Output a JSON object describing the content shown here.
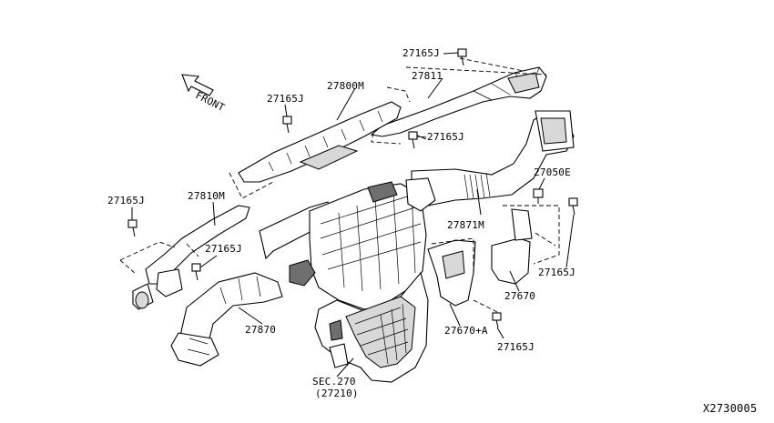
{
  "labels": {
    "front": "FRONT",
    "p27165j_top": "27165J",
    "p27811": "27811",
    "p27800m": "27800M",
    "p27165j_upper_left": "27165J",
    "p27165j_mid_right": "27165J",
    "p27050e": "27050E",
    "p27810m": "27810M",
    "p27165j_left": "27165J",
    "p27871m": "27871M",
    "p27165j_center_left": "27165J",
    "p27165j_right": "27165J",
    "p27670": "27670",
    "p27870": "27870",
    "p27670a": "27670+A",
    "p27165j_bottom": "27165J",
    "sec_ref": "SEC.270",
    "sec_sub": "(27210)",
    "figure_id": "X2730005"
  }
}
